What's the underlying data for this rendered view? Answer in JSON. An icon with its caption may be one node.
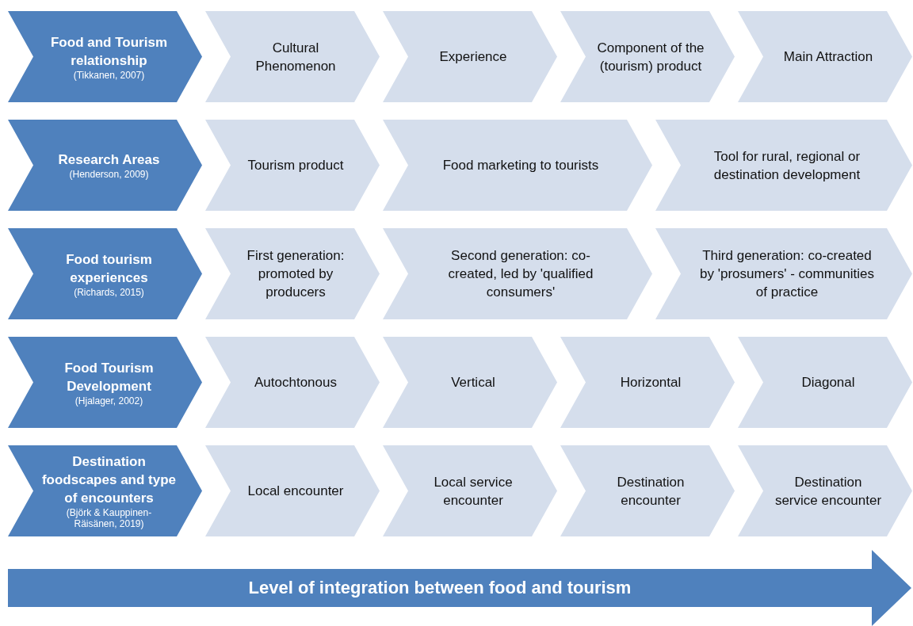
{
  "diagram": {
    "nodes": [
      {
        "text": [
          "Food and Tourism relationship",
          "(Tikkanen, 2007)"
        ]
      },
      {
        "text": [
          "Cultural Phenomenon"
        ]
      },
      {
        "text": [
          "Experience"
        ]
      },
      {
        "text": [
          "Component of the (tourism) product"
        ]
      },
      {
        "text": [
          "Main Attraction"
        ]
      },
      {
        "text": [
          "Research Areas",
          "(Henderson, 2009)"
        ]
      },
      {
        "text": [
          "Tourism product"
        ]
      },
      {
        "text": [
          "Food marketing to tourists"
        ]
      },
      {
        "text": [
          "Tool for rural, regional or destination development"
        ]
      },
      {
        "text": [
          "Food tourism experiences",
          "(Richards, 2015)"
        ]
      },
      {
        "text": [
          "First generation: promoted by producers"
        ]
      },
      {
        "text": [
          "Second generation: co-created, led by 'qualified consumers'"
        ]
      },
      {
        "text": [
          "Third generation: co-created by 'prosumers' - communities of practice"
        ]
      },
      {
        "text": [
          "Food Tourism Development",
          "(Hjalager, 2002)"
        ]
      },
      {
        "text": [
          "Autochtonous"
        ]
      },
      {
        "text": [
          "Vertical"
        ]
      },
      {
        "text": [
          "Horizontal"
        ]
      },
      {
        "text": [
          "Diagonal"
        ]
      },
      {
        "text": [
          "Destination foodscapes and type of encounters",
          "(Björk & Kauppinen-Räisänen, 2019)"
        ]
      },
      {
        "text": [
          "Local encounter"
        ]
      },
      {
        "text": [
          "Local service encounter"
        ]
      },
      {
        "text": [
          "Destination encounter"
        ]
      },
      {
        "text": [
          "Destination service encounter"
        ]
      },
      {
        "text": [
          "Level of integration between food and tourism"
        ]
      }
    ]
  }
}
